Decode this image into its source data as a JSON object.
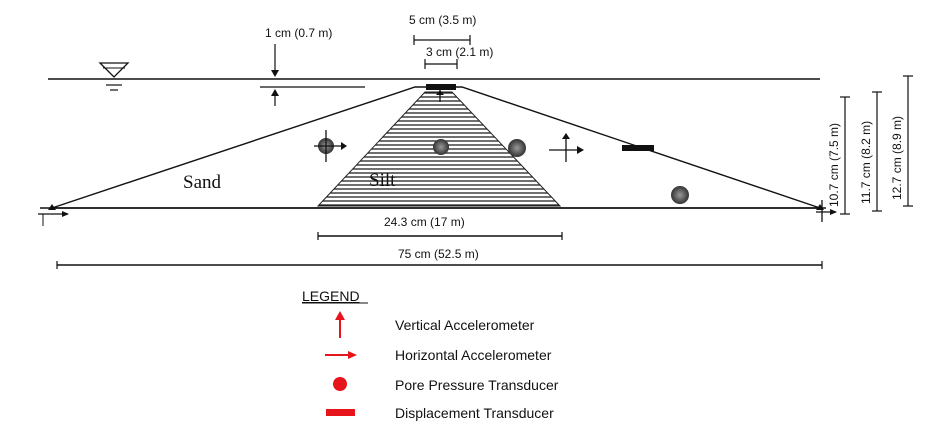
{
  "dimensions": {
    "water_depth": "1 cm (0.7 m)",
    "crest_width": "5 cm (3.5 m)",
    "core_top_width": "3 cm (2.1 m)",
    "core_base_width": "24.3 cm (17 m)",
    "base_width": "75 cm (52.5 m)",
    "dam_height": "10.7 cm (7.5 m)",
    "height_2": "11.7 cm (8.2 m)",
    "height_3": "12.7 cm (8.9 m)"
  },
  "materials": {
    "shell": "Sand",
    "core": "Silt"
  },
  "legend": {
    "title": "LEGEND",
    "items": [
      {
        "label": "Vertical Accelerometer",
        "icon": "vertical-arrow-icon"
      },
      {
        "label": "Horizontal Accelerometer",
        "icon": "horizontal-arrow-icon"
      },
      {
        "label": "Pore Pressure Transducer",
        "icon": "dot-icon"
      },
      {
        "label": "Displacement Transducer",
        "icon": "bar-icon"
      }
    ]
  },
  "colors": {
    "legend_symbol": "#e8141b",
    "line": "#111111"
  }
}
